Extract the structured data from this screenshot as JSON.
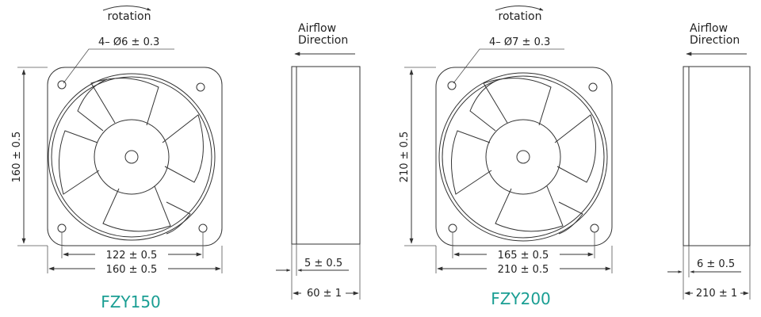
{
  "colors": {
    "line": "#333333",
    "model_label": "#1a9e93",
    "side_face": "#ffffff"
  },
  "fans": [
    {
      "model": "FZY150",
      "rotation_label": "rotation",
      "holes_label": "4– Ø6 ± 0.3",
      "height_dim": "160 ± 0.5",
      "hole_spacing_dim": "122 ± 0.5",
      "width_dim": "160 ± 0.5",
      "side": {
        "airflow_label_1": "Airflow",
        "airflow_label_2": "Direction",
        "flange_dim": "5 ± 0.5",
        "depth_dim": "60 ± 1"
      }
    },
    {
      "model": "FZY200",
      "rotation_label": "rotation",
      "holes_label": "4– Ø7 ± 0.3",
      "height_dim": "210 ± 0.5",
      "hole_spacing_dim": "165 ± 0.5",
      "width_dim": "210 ± 0.5",
      "side": {
        "airflow_label_1": "Airflow",
        "airflow_label_2": "Direction",
        "flange_dim": "6 ± 0.5",
        "depth_dim": "210 ± 1"
      }
    }
  ]
}
